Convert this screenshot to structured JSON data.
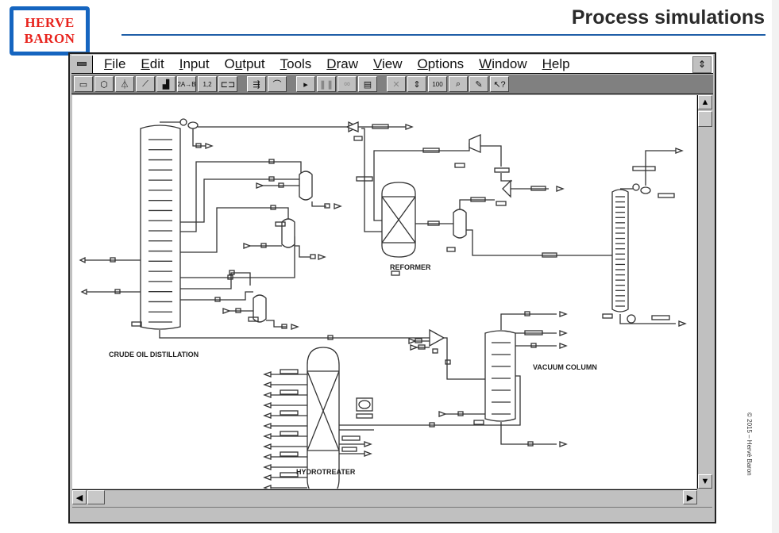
{
  "slide": {
    "logo_line1": "HERVE",
    "logo_line2": "BARON",
    "title": "Process simulations",
    "copyright": "© 2015 – Hervé Baron",
    "accent_color": "#1f5fa8",
    "logo_red": "#e8231d"
  },
  "window": {
    "menu": [
      {
        "label": "File",
        "mnemonic": "F"
      },
      {
        "label": "Edit",
        "mnemonic": "E"
      },
      {
        "label": "Input",
        "mnemonic": "I"
      },
      {
        "label": "Output",
        "mnemonic": "u"
      },
      {
        "label": "Tools",
        "mnemonic": "T"
      },
      {
        "label": "Draw",
        "mnemonic": "D"
      },
      {
        "label": "View",
        "mnemonic": "V"
      },
      {
        "label": "Options",
        "mnemonic": "O"
      },
      {
        "label": "Window",
        "mnemonic": "W"
      },
      {
        "label": "Help",
        "mnemonic": "H"
      }
    ],
    "toolbar": [
      {
        "icon": "ruler-icon",
        "glyph": "▭"
      },
      {
        "icon": "component-icon",
        "glyph": "⬡"
      },
      {
        "icon": "flask-icon",
        "glyph": "⏃"
      },
      {
        "icon": "curve-icon",
        "glyph": "⟋"
      },
      {
        "icon": "bar-chart-icon",
        "glyph": "▟"
      },
      {
        "icon": "reaction-icon",
        "glyph": "2A→B"
      },
      {
        "icon": "units-icon",
        "glyph": "1,2"
      },
      {
        "icon": "unit-op-icon",
        "glyph": "⊏⊐"
      },
      {
        "icon": "stream-icon",
        "glyph": "⇶"
      },
      {
        "icon": "plot-icon",
        "glyph": "⌒"
      },
      {
        "icon": "run-icon",
        "glyph": "▸"
      },
      {
        "icon": "pause-icon",
        "glyph": "❚❚"
      },
      {
        "icon": "glasses-icon",
        "glyph": "∞"
      },
      {
        "icon": "report-icon",
        "glyph": "▤"
      },
      {
        "icon": "delete-icon",
        "glyph": "✕"
      },
      {
        "icon": "split-icon",
        "glyph": "⇕"
      },
      {
        "icon": "zoom-100-icon",
        "glyph": "100"
      },
      {
        "icon": "zoom-icon",
        "glyph": "⌕"
      },
      {
        "icon": "pencil-icon",
        "glyph": "✎"
      },
      {
        "icon": "context-help-icon",
        "glyph": "↖?"
      }
    ],
    "restore_glyph": "⇕"
  },
  "flowsheet": {
    "labels": {
      "crude": "CRUDE  OIL DISTILLATION",
      "reformer": "REFORMER",
      "vacuum": "VACUUM COLUMN",
      "hydrotreater": "HYDROTREATER"
    }
  },
  "scrollbars": {
    "up": "▲",
    "down": "▼",
    "left": "◀",
    "right": "▶"
  }
}
